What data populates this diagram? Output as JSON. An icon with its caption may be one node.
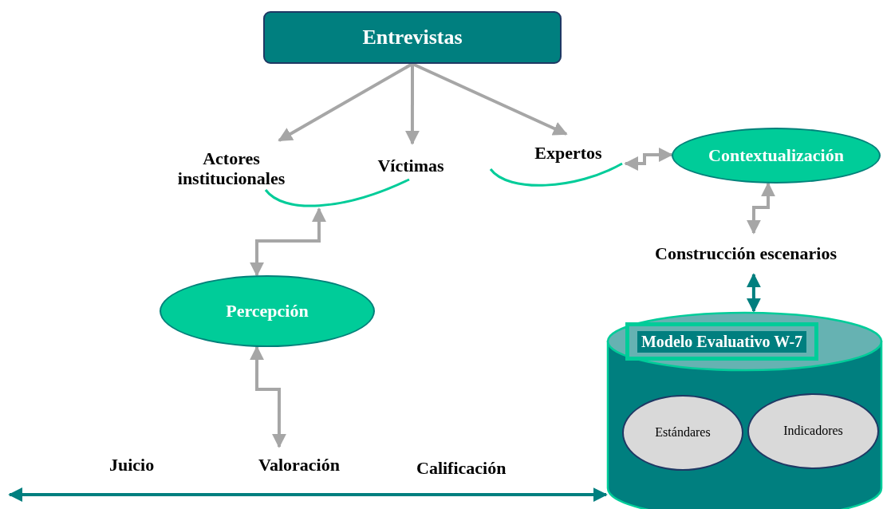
{
  "diagram": {
    "nodes": [
      {
        "text": [
          "Entrevistas"
        ]
      },
      {
        "text": [
          "Actores institucionales"
        ]
      },
      {
        "text": [
          "Víctimas"
        ]
      },
      {
        "text": [
          "Expertos"
        ]
      },
      {
        "text": [
          "Contextualización"
        ]
      },
      {
        "text": [],
        "shape": "arc"
      },
      {
        "text": [],
        "shape": "arc"
      },
      {
        "text": [
          "Construcción escenarios"
        ]
      },
      {
        "text": [
          "Percepción"
        ]
      },
      {
        "text": [
          "Modelo Evaluativo W-7"
        ]
      },
      {
        "text": [
          "Estándares"
        ],
        "in": 9
      },
      {
        "text": [
          "Indicadores"
        ],
        "in": 9
      },
      {
        "text": [
          "Valoración"
        ]
      }
    ],
    "edges": [
      {
        "from": 0,
        "to": 1,
        "arrow": "to"
      },
      {
        "from": 0,
        "to": 2,
        "arrow": "to"
      },
      {
        "from": 0,
        "to": 3,
        "arrow": "to"
      },
      {
        "from": 6,
        "to": 4,
        "arrow": "both"
      },
      {
        "from": 4,
        "to": 7,
        "arrow": "both"
      },
      {
        "from": 7,
        "to": 9,
        "arrow": "both",
        "color": "#007f7f"
      },
      {
        "from": 5,
        "to": 8,
        "arrow": "both"
      },
      {
        "from": 8,
        "to": 12,
        "arrow": "both"
      },
      {
        "from": null,
        "to": 9,
        "arrow": "both",
        "color": "#007f7f"
      }
    ],
    "labels": [
      "Juicio",
      "Calificación"
    ]
  }
}
